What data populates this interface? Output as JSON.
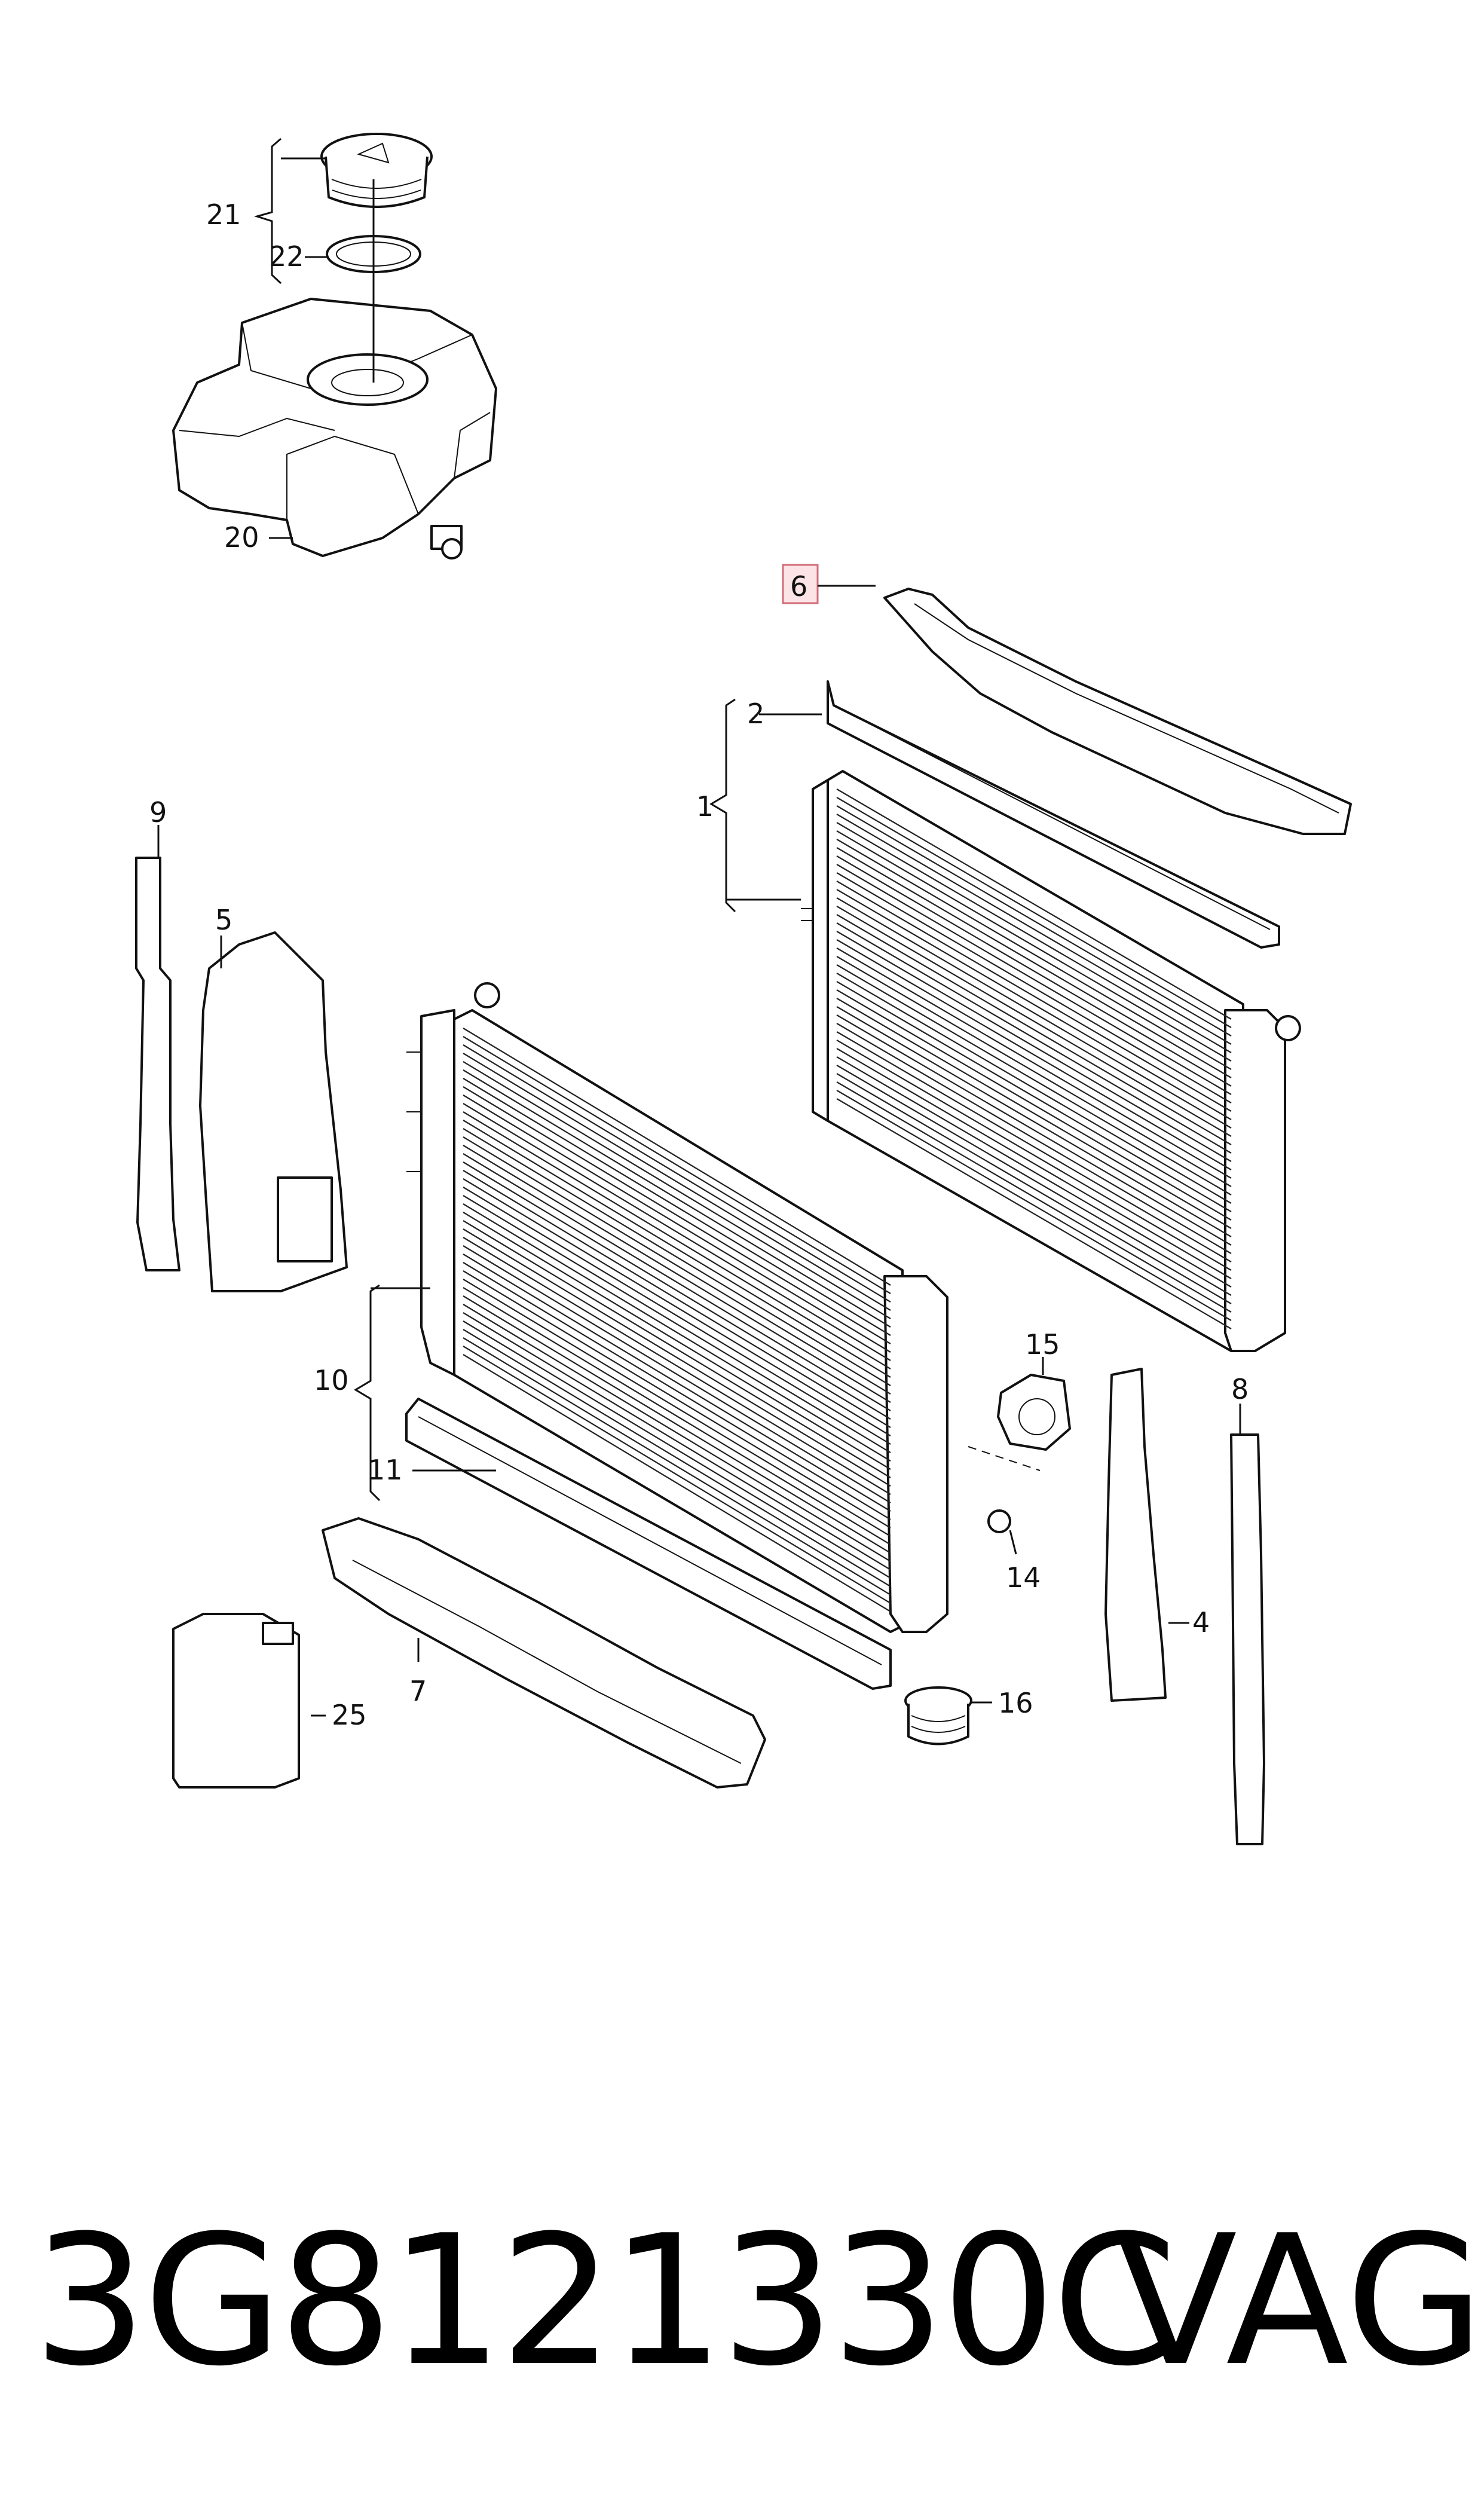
{
  "diagram": {
    "callouts": [
      {
        "id": "c1",
        "text": "1"
      },
      {
        "id": "c2",
        "text": "2"
      },
      {
        "id": "c4",
        "text": "4"
      },
      {
        "id": "c5",
        "text": "5"
      },
      {
        "id": "c6",
        "text": "6",
        "highlighted": true
      },
      {
        "id": "c7",
        "text": "7"
      },
      {
        "id": "c8",
        "text": "8"
      },
      {
        "id": "c9",
        "text": "9"
      },
      {
        "id": "c10",
        "text": "10"
      },
      {
        "id": "c11",
        "text": "11"
      },
      {
        "id": "c14",
        "text": "14"
      },
      {
        "id": "c15",
        "text": "15"
      },
      {
        "id": "c16",
        "text": "16"
      },
      {
        "id": "c20",
        "text": "20"
      },
      {
        "id": "c21",
        "text": "21"
      },
      {
        "id": "c22",
        "text": "22"
      },
      {
        "id": "c25",
        "text": "25"
      }
    ],
    "highlight_color": "#d26b7a"
  },
  "footer": {
    "part_number": "3G8121330C",
    "brand": "VAG"
  }
}
